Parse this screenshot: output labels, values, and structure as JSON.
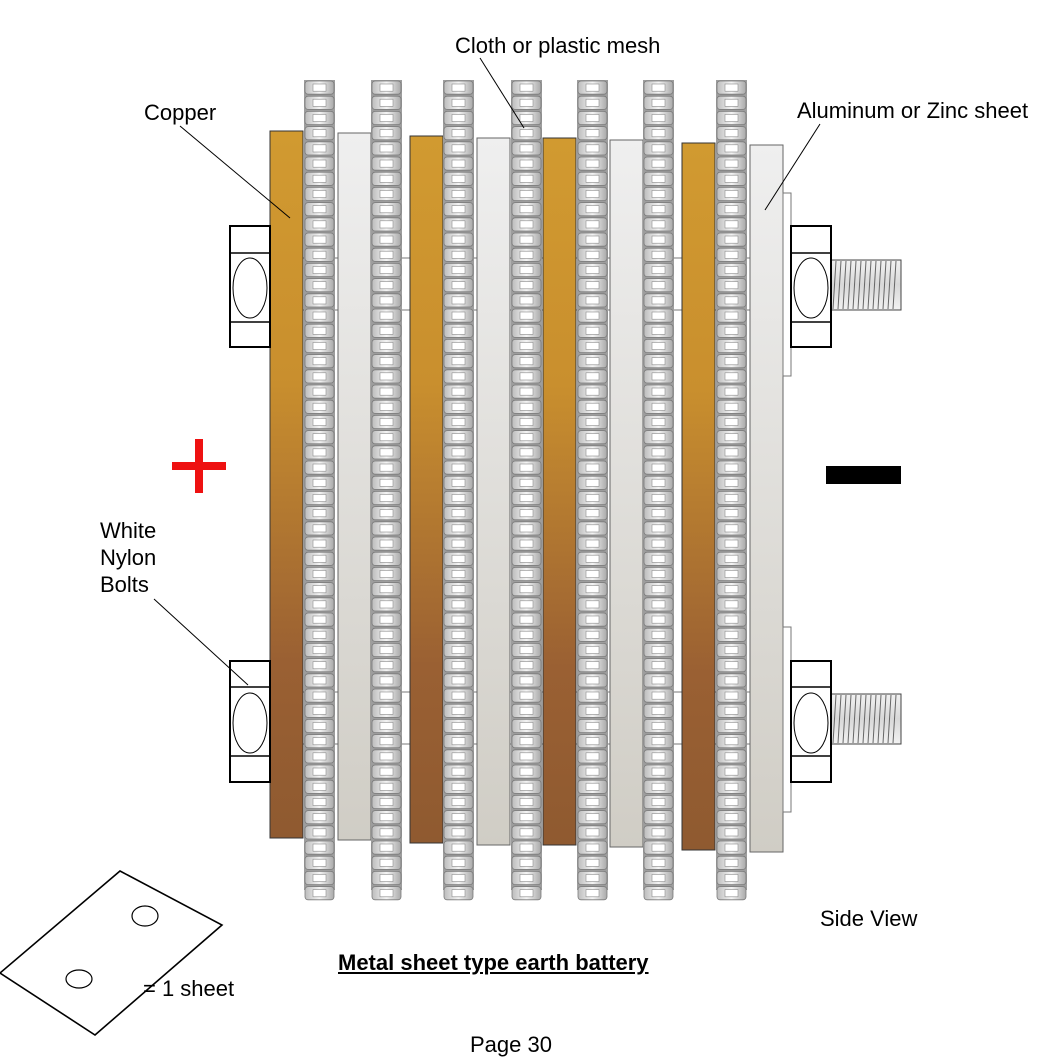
{
  "labels": {
    "copper": "Copper",
    "mesh": "Cloth or plastic mesh",
    "aluminum": "Aluminum or Zinc sheet",
    "bolts_line1": "White",
    "bolts_line2": "Nylon",
    "bolts_line3": "Bolts",
    "side_view": "Side View",
    "one_sheet": "= 1 sheet"
  },
  "caption": "Metal sheet type earth battery",
  "footer_text": "Page 30",
  "terminals": {
    "positive": "+",
    "negative": "−"
  },
  "colors": {
    "copper_top": "#d19a30",
    "copper_bottom": "#9a6033",
    "aluminum_top": "#eeeeee",
    "aluminum_bottom": "#d2cfc8",
    "positive": "#ee1111",
    "negative": "#000000"
  },
  "layers": [
    "copper",
    "mesh",
    "aluminum",
    "mesh",
    "copper",
    "mesh",
    "aluminum",
    "mesh",
    "copper",
    "mesh",
    "aluminum",
    "mesh",
    "copper",
    "mesh",
    "aluminum"
  ]
}
